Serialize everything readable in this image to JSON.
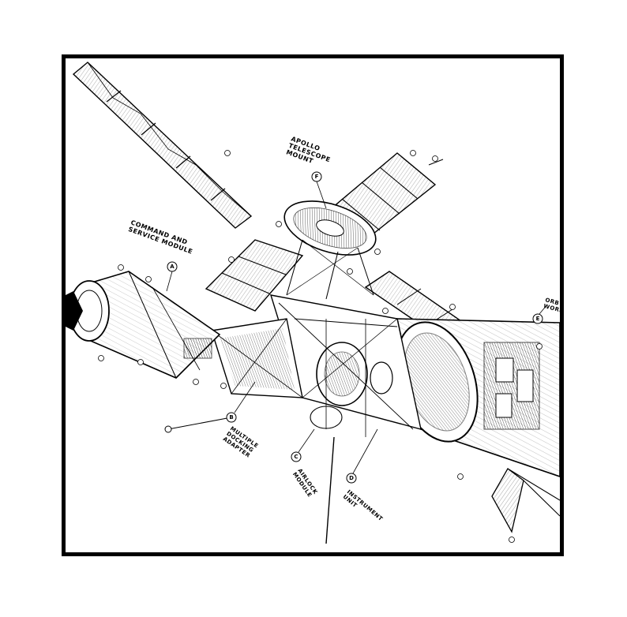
{
  "colors": {
    "ink": "#000000",
    "paper": "#ffffff"
  },
  "labels": {
    "atm": {
      "tag": "F",
      "lines": [
        "APOLLO",
        "TELESCOPE",
        "MOUNT"
      ]
    },
    "csm": {
      "tag": "A",
      "lines": [
        "COMMAND AND",
        "SERVICE MODULE"
      ]
    },
    "mda": {
      "tag": "B",
      "lines": [
        "MULTIPLE",
        "DOCKING",
        "ADAPTER"
      ]
    },
    "airlock": {
      "tag": "C",
      "lines": [
        "AIRLOCK",
        "MODULE"
      ]
    },
    "iu": {
      "tag": "D",
      "lines": [
        "INSTRUMENT",
        "UNIT"
      ]
    },
    "ows": {
      "tag": "E",
      "lines": [
        "ORB",
        "WORK"
      ]
    }
  }
}
